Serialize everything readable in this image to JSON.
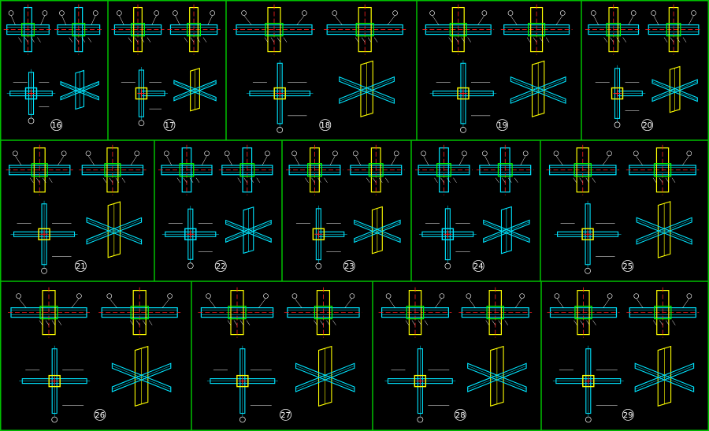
{
  "colors": {
    "background": "#000000",
    "frame": "#00c000",
    "member": "#00e5ff",
    "column": "#ffff00",
    "plate": "#00ff00",
    "centerline": "#ff2020",
    "annotation": "#ffffff"
  },
  "panels": [
    {
      "number": "16",
      "style": "cross",
      "column_color": "cyan"
    },
    {
      "number": "17",
      "style": "corner",
      "column_color": "yellow"
    },
    {
      "number": "18",
      "style": "cross",
      "column_color": "yellow"
    },
    {
      "number": "19",
      "style": "cross",
      "column_color": "yellow"
    },
    {
      "number": "20",
      "style": "corner",
      "column_color": "yellow"
    },
    {
      "number": "21",
      "style": "cross",
      "column_color": "yellow"
    },
    {
      "number": "22",
      "style": "cross",
      "column_color": "cyan"
    },
    {
      "number": "23",
      "style": "corner",
      "column_color": "yellow"
    },
    {
      "number": "24",
      "style": "cross",
      "column_color": "cyan"
    },
    {
      "number": "25",
      "style": "cross",
      "column_color": "yellow"
    },
    {
      "number": "26",
      "style": "cross",
      "column_color": "yellow"
    },
    {
      "number": "27",
      "style": "cross",
      "column_color": "yellow"
    },
    {
      "number": "28",
      "style": "cross",
      "column_color": "yellow"
    },
    {
      "number": "29",
      "style": "cross",
      "column_color": "yellow"
    }
  ]
}
